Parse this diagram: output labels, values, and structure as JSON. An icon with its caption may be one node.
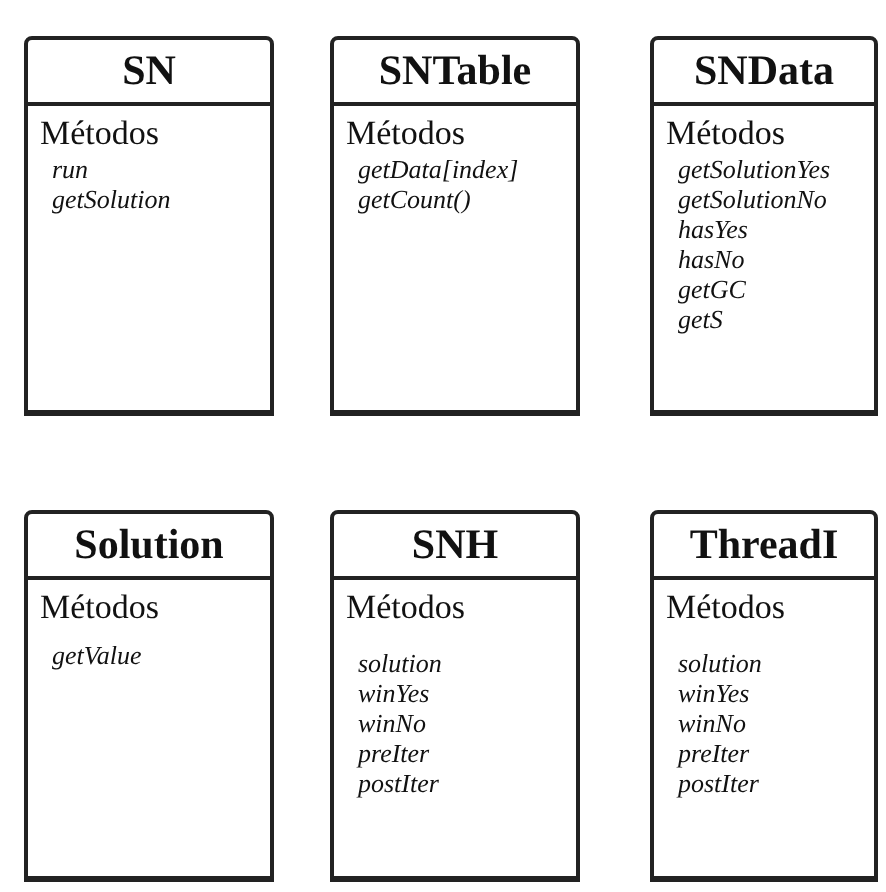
{
  "diagram": {
    "nodes": [
      {
        "text": [
          "SN",
          "Métodos",
          "run",
          "getSolution"
        ]
      },
      {
        "text": [
          "SNTable",
          "Métodos",
          "getData[index]",
          "getCount()"
        ]
      },
      {
        "text": [
          "SNData",
          "Métodos",
          "getSolutionYes",
          "getSolutionNo",
          "hasYes",
          "hasNo",
          "getGC",
          "getS"
        ]
      },
      {
        "text": [
          "Solution",
          "Métodos",
          "getValue"
        ]
      },
      {
        "text": [
          "SNH",
          "Métodos",
          "solution",
          "winYes",
          "winNo",
          "preIter",
          "postIter"
        ]
      },
      {
        "text": [
          "ThreadI",
          "Métodos",
          "solution",
          "winYes",
          "winNo",
          "preIter",
          "postIter"
        ]
      }
    ]
  }
}
